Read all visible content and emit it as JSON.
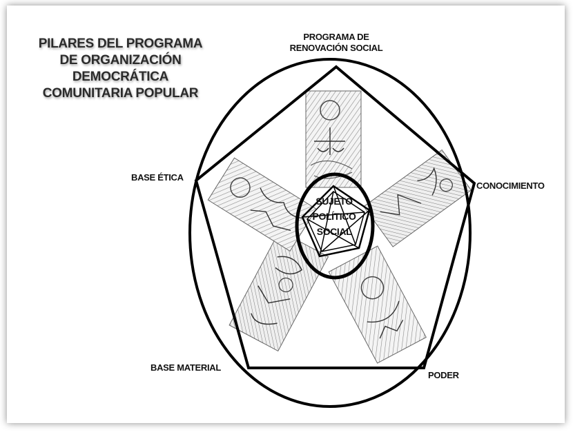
{
  "title": {
    "line1": "PILARES DEL PROGRAMA",
    "line2": "DE ORGANIZACIÓN",
    "line3": "DEMOCRÁTICA",
    "line4": "COMUNITARIA POPULAR"
  },
  "vertices": {
    "top_line1": "PROGRAMA DE",
    "top_line2": "RENOVACIÓN SOCIAL",
    "left": "BASE ÉTICA",
    "right": "CONOCIMIENTO",
    "bottom_left": "BASE MATERIAL",
    "bottom_right": "PODER"
  },
  "center": {
    "line1": "SUJETO",
    "line2": "POLÍTICO",
    "line3": "SOCIAL"
  },
  "colors": {
    "stroke": "#000000",
    "title_text": "#2b2b2b",
    "panel_fill": "#f2f2f2",
    "sketch": "#555555"
  },
  "icons": [
    "illustrated-panel-justice",
    "illustrated-panel-knowledge",
    "illustrated-panel-power",
    "illustrated-panel-material",
    "illustrated-panel-ethics"
  ]
}
